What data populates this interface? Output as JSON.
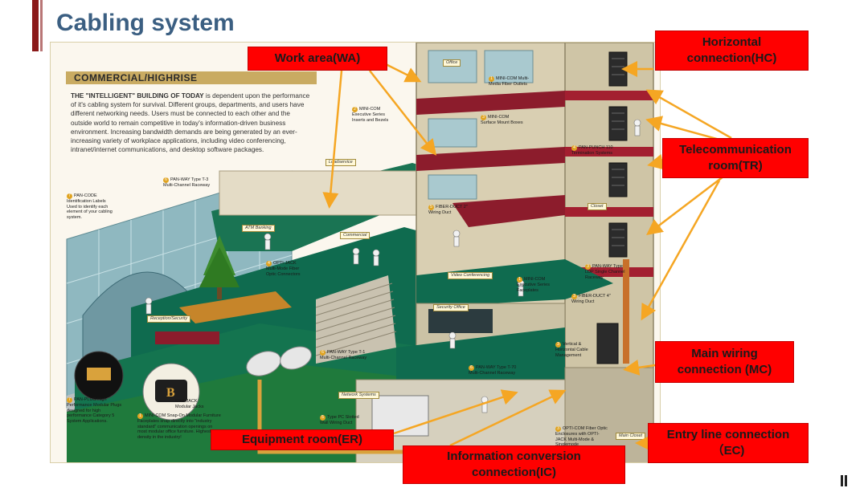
{
  "title": "Cabling system",
  "illustration": {
    "banner": "COMMERCIAL/HIGHRISE",
    "intro_lead": "THE \"INTELLIGENT\" BUILDING OF TODAY",
    "intro_body": " is dependent upon the performance of it's cabling system for survival. Different groups, departments, and users have different networking needs. Users must be connected to each other and the outside world to remain competitive in today's information-driven business environment. Increasing bandwidth demands are being generated by an ever-increasing variety of workplace applications, including video conferencing, intranet/internet communications, and desktop software packages.",
    "room_signs": {
      "office": "Office",
      "loadservice": "Loadservice",
      "atm": "ATM Banking",
      "commercial": "Commercial",
      "video_conf": "Video Conferencing",
      "security": "Security Office",
      "reception": "Reception/Security",
      "network_systems": "Network Systems",
      "closet": "Closet",
      "main_closet": "Main Closet"
    },
    "product_labels": {
      "mini_com_media": "MINI-COM Multi-Media Fiber Outlets",
      "mini_com_exec": "MINI-COM Executive Series Inserts and Bezels",
      "mini_com_surface": "MINI-COM Surface Mount Boxes",
      "pan_punch": "PAN-PUNCH 110 Termination Systems",
      "pan_way_t3": "PAN-WAY Type T-3 Multi-Channel Raceway",
      "pan_code": "PAN-CODE Identification Labels Used to identify each element of your cabling system.",
      "fiber_duct_2": "FIBER-DUCT 2\" Wiring Duct",
      "opti_jack": "OPTI-JACK Multi-Mode Fiber Optic Connectors",
      "pan_way_ldp": "PAN-WAY Type LDP Single Channel Raceway",
      "mini_com_faceplates": "MINI-COM Executive Series Faceplates",
      "fiber_duct_4": "FIBER-DUCT 4\" Wiring Duct",
      "pan_way_t1": "PAN-WAY Type T-1 Multi-Channel Raceway",
      "vertical_horizontal": "Vertical & Horizontal Cable Management",
      "pan_way_t70": "PAN-WAY Type T-70 Multi-Channel Raceway",
      "pan_plug": "PAN-PLUG High Performance Modular Plugs designed for high performance Category 5 System Applications.",
      "mini_jack": "MINI-JACK Modular Jacks",
      "mini_com_snap": "MINI-COM Snap-On Modular Furniture Faceplates snap directly into \"industry standard\" communication openings on most modular office furniture. Highest density in the industry!",
      "type_pc": "Type PC Slotted Wall Wiring Duct",
      "opti_com": "OPTI-COM Fiber Optic Enclosures with OPTI-JACK Multi-Mode & Singlemode"
    }
  },
  "callouts": {
    "work_area": "Work area(WA)",
    "horizontal_1": "Horizontal",
    "horizontal_2": "connection(HC)",
    "telecom_1": "Telecommunication",
    "telecom_2": "room(TR)",
    "main_wiring_1": "Main wiring",
    "main_wiring_2": "connection (MC)",
    "equipment_room": "Equipment room(ER)",
    "info_conv_1": "Information conversion",
    "info_conv_2": "connection(IC)",
    "entry_1": "Entry line connection",
    "entry_2": "（EC)"
  },
  "colors": {
    "title": "#3b5f82",
    "accent_bar": "#8b1a1a",
    "callout_fill": "#ff0000",
    "arrow": "#f5a623",
    "floor_green": "#0f6b4f",
    "carpet_red": "#8c1c2c",
    "wall_beige": "#d9cfb2"
  }
}
